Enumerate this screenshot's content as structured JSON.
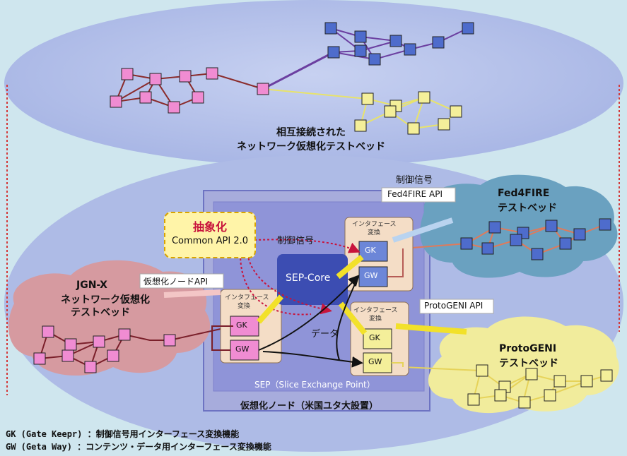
{
  "top_cluster": {
    "caption_line1": "相互接続された",
    "caption_line2": "ネットワーク仮想化テストベッド"
  },
  "labels": {
    "control_signal_top": "制御信号",
    "fed4fire_api": "Fed4FIRE API",
    "fed4fire_line1": "Fed4FIRE",
    "fed4fire_line2": "テストベッド",
    "abstraction_line1": "抽象化",
    "abstraction_line2": "Common API 2.0",
    "control_signal_mid": "制御信号",
    "virt_node_api": "仮想化ノードAPI",
    "jgn_line1": "JGN-X",
    "jgn_line2": "ネットワーク仮想化",
    "jgn_line3": "テストベッド",
    "interface_conv": "インタフェース",
    "interface_conv2": "変換",
    "sep_core": "SEP-Core",
    "data": "データ",
    "protogeni_api": "ProtoGENI API",
    "protogeni_line1": "ProtoGENI",
    "protogeni_line2": "テストベッド",
    "sep_full": "SEP（Slice Exchange Point）",
    "virt_node_title": "仮想化ノード（米国ユタ大設置）",
    "gk": "GK",
    "gw": "GW"
  },
  "legend": {
    "gk": "GK (Gate Keepr)  ：制御信号用インターフェース変換機能",
    "gw": "GW (Geta Way)    ：コンテンツ・データ用インターフェース変換機能"
  },
  "colors": {
    "background": "#cfe6ee",
    "ellipse": "#a8b6e4",
    "sep_box": "#8f94d8",
    "sep_core": "#3c4db2",
    "pink_node": "#f08cd2",
    "blue_node": "#4e6ccc",
    "yellow_node": "#f4ef9a",
    "jgn_cloud": "#d69aa0",
    "fed_cloud": "#6aa1c0",
    "proto_cloud": "#f1ec9c"
  }
}
